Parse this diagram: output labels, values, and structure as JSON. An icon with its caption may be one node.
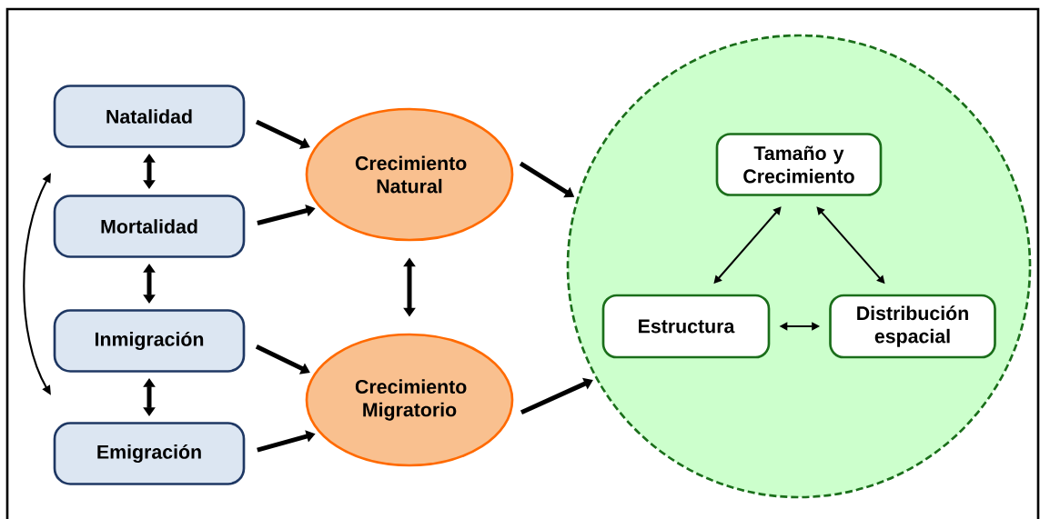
{
  "diagram": {
    "nodes": [
      {
        "text": [
          "Natalidad"
        ]
      },
      {
        "text": [
          "Mortalidad"
        ]
      },
      {
        "text": [
          "Inmigración"
        ]
      },
      {
        "text": [
          "Emigración"
        ]
      },
      {
        "text": [
          "Crecimiento Natural"
        ]
      },
      {
        "text": [
          "Crecimiento Migratorio"
        ]
      },
      {
        "text": [],
        "shape": "circle"
      },
      {
        "text": [
          "Tamaño y Crecimiento"
        ],
        "in": 6
      },
      {
        "text": [
          "Estructura"
        ],
        "in": 6
      },
      {
        "text": [
          "Distribución espacial"
        ],
        "in": 6
      }
    ],
    "edges": [
      {
        "from": 0,
        "to": 1,
        "arrow": "both"
      },
      {
        "from": 1,
        "to": 2,
        "arrow": "both"
      },
      {
        "from": 2,
        "to": 3,
        "arrow": "both"
      },
      {
        "from": 0,
        "to": 4,
        "arrow": "to"
      },
      {
        "from": 1,
        "to": 4,
        "arrow": "to"
      },
      {
        "from": 2,
        "to": 5,
        "arrow": "to"
      },
      {
        "from": 3,
        "to": 5,
        "arrow": "to"
      },
      {
        "from": 4,
        "to": 5,
        "arrow": "both"
      },
      {
        "from": 4,
        "to": 6,
        "arrow": "to"
      },
      {
        "from": 5,
        "to": 6,
        "arrow": "to"
      },
      {
        "from": 7,
        "to": 8,
        "arrow": "both"
      },
      {
        "from": 7,
        "to": 9,
        "arrow": "both"
      },
      {
        "from": 8,
        "to": 9,
        "arrow": "both"
      }
    ]
  }
}
